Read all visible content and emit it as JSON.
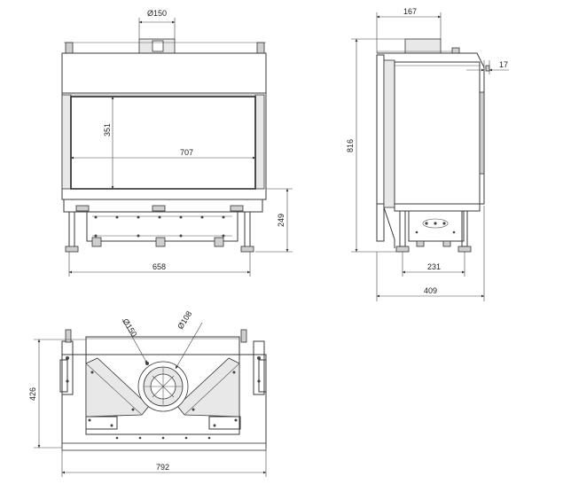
{
  "front_view": {
    "flue_diameter": "Ø150",
    "opening_height": "351",
    "opening_width": "707",
    "leg_height": "249",
    "base_width": "658"
  },
  "side_view": {
    "flue_depth": "167",
    "rear_offset": "17",
    "total_height": "816",
    "leg_spacing": "231",
    "total_depth": "409"
  },
  "top_view": {
    "outer_diameter": "Ø150",
    "inner_diameter": "Ø108",
    "depth": "426",
    "width": "792"
  }
}
